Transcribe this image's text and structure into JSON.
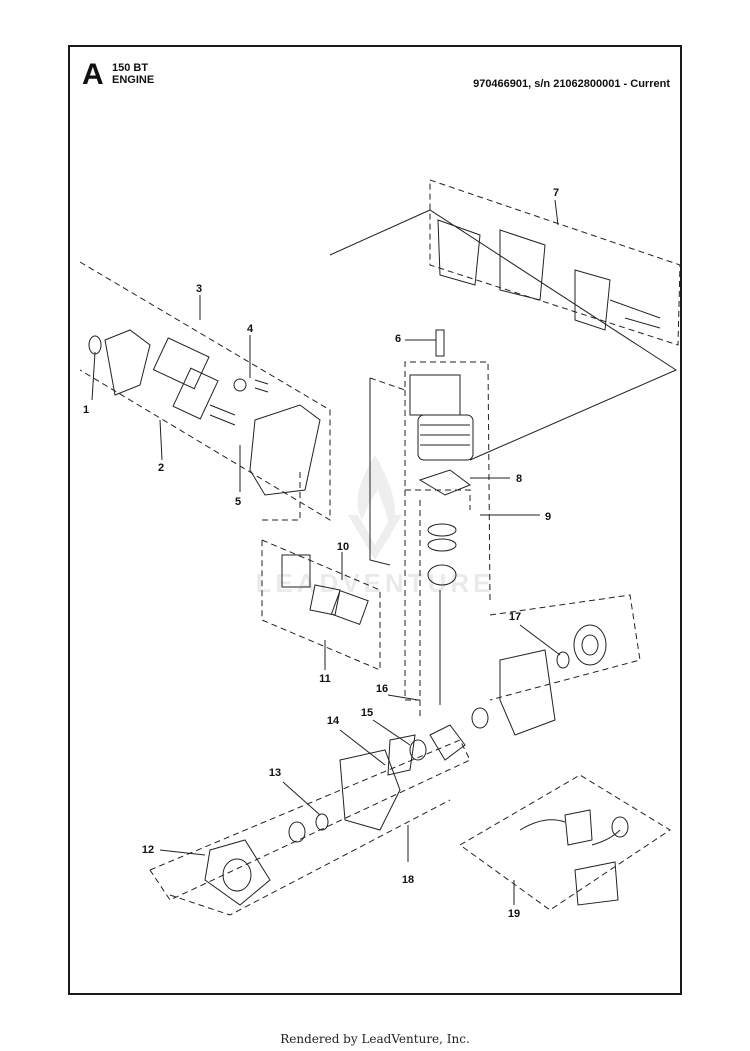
{
  "header": {
    "section_letter": "A",
    "model": "150 BT",
    "assembly": "ENGINE",
    "serial_info": "970466901, s/n 21062800001 - Current"
  },
  "callouts": [
    "1",
    "2",
    "3",
    "4",
    "5",
    "6",
    "7",
    "8",
    "9",
    "10",
    "11",
    "12",
    "13",
    "14",
    "15",
    "16",
    "17",
    "18",
    "19"
  ],
  "watermark": "LEADVENTURE",
  "footer": {
    "text": "Rendered by LeadVenture, Inc."
  }
}
